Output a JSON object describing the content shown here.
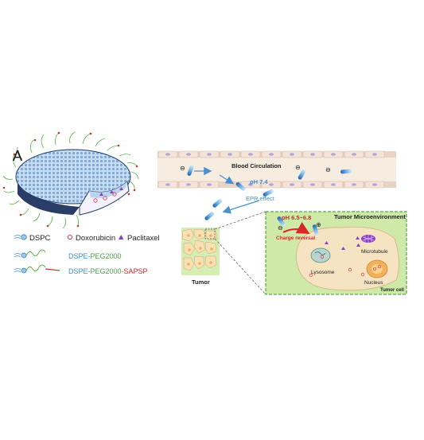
{
  "panel_label": "A",
  "legend": {
    "dspc": "DSPC",
    "doxorubicin": "Doxorubicin",
    "paclitaxel": "Paclitaxel",
    "peg_row": {
      "part1": "DSPE-",
      "part2": "PEG2000"
    },
    "sapsp_row": {
      "part1": "DSPE-",
      "part2": "PEG2000-",
      "part3": "SAPSP"
    }
  },
  "blood": {
    "title": "Blood Circulation",
    "ph": "pH 7.4",
    "charge_symbol": "⊖"
  },
  "epr_label": "EPR effect",
  "tumor_label": "Tumor",
  "microenvironment": {
    "title": "Tumor Microenvironment",
    "ph": "pH 6.5~6.8",
    "charge_reversal": "Charge reversal",
    "neg_symbol": "⊖",
    "pos_symbol": "⊕",
    "lysosome": "Lysosome",
    "microtubule": "Microtubule",
    "nucleus": "Nucleus",
    "tumor_cell": "Tumor cell"
  },
  "colors": {
    "blue_text": "#3a8fd6",
    "red_text": "#d62828",
    "tumor_bg": "#cfeaa8",
    "vessel_bg": "#f4e8dc",
    "cell_fill": "#f5e1bd",
    "doxorubicin": "#e0505a",
    "paclitaxel": "#8a3cc4"
  },
  "icons": [
    "liposome-icon",
    "drug-capsule-icon",
    "arrow-icon",
    "microtubule-icon",
    "nucleus-icon",
    "lysosome-icon"
  ]
}
